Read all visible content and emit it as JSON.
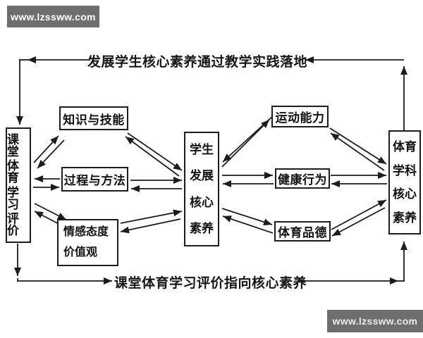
{
  "watermarks": {
    "top_left": "www.lzssww.com",
    "bottom_right": "www.lzssww.com"
  },
  "flow_labels": {
    "top": "发展学生核心素养通过教学实践落地",
    "bottom": "课堂体育学习评价指向核心素养"
  },
  "boxes": {
    "classroom_evaluation": {
      "lines": [
        "课堂",
        "体育",
        "学习",
        "评价"
      ]
    },
    "knowledge_skills": {
      "label": "知识与技能"
    },
    "process_methods": {
      "label": "过程与方法"
    },
    "affect_values": {
      "lines": [
        "情感态度",
        "价值观"
      ]
    },
    "student_core": {
      "lines": [
        "学生",
        "发展",
        "核心",
        "素养"
      ]
    },
    "athletic_ability": {
      "label": "运动能力"
    },
    "healthy_behavior": {
      "label": "健康行为"
    },
    "sports_morality": {
      "label": "体育品德"
    },
    "pe_subject_core": {
      "lines": [
        "体育",
        "学科",
        "核心",
        "素养"
      ]
    }
  },
  "colors": {
    "background": "#ffffff",
    "line": "#1c1c1c",
    "watermark_bg": "#6e6e6e",
    "watermark_text": "#f2f2f2"
  }
}
